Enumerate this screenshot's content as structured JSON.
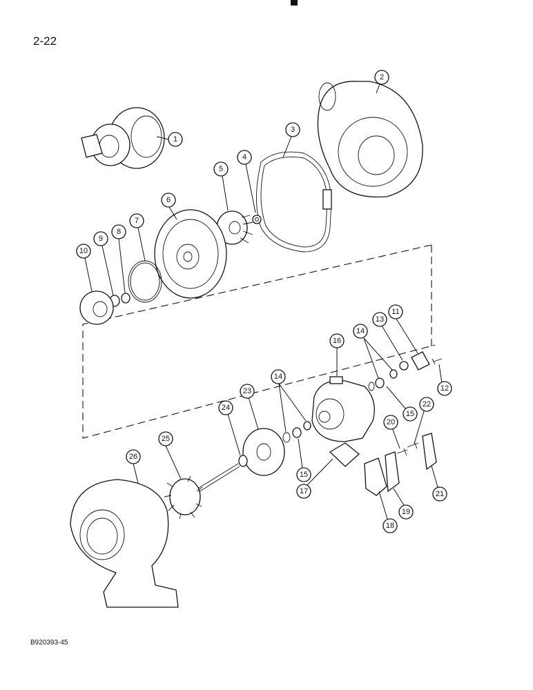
{
  "page": {
    "page_number": "2-22",
    "figure_code": "B920393-45"
  },
  "callouts": [
    "1",
    "2",
    "3",
    "4",
    "5",
    "6",
    "7",
    "8",
    "9",
    "10",
    "11",
    "12",
    "13",
    "14",
    "15",
    "16",
    "17",
    "18",
    "19",
    "20",
    "21",
    "22",
    "23",
    "24",
    "25",
    "26"
  ]
}
